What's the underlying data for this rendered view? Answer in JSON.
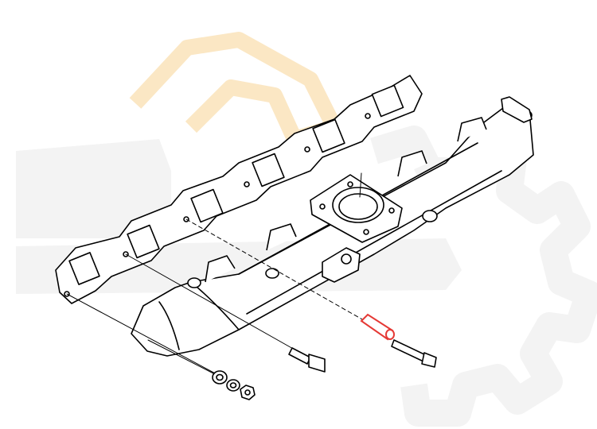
{
  "diagram": {
    "parts": [
      {
        "id": "exhaust-gasket",
        "kind": "gasket"
      },
      {
        "id": "exhaust-manifold",
        "kind": "manifold"
      },
      {
        "id": "turbo-flange",
        "kind": "flange"
      },
      {
        "id": "spacer-sleeve",
        "kind": "sleeve",
        "highlighted": true
      },
      {
        "id": "long-bolt",
        "kind": "bolt"
      },
      {
        "id": "flange-bolt",
        "kind": "bolt"
      },
      {
        "id": "flat-washer",
        "kind": "washer"
      },
      {
        "id": "lock-washer",
        "kind": "washer"
      },
      {
        "id": "hex-nut",
        "kind": "nut"
      }
    ],
    "colors": {
      "line": "#000000",
      "highlight": "#e53935",
      "watermark": "#f3f3f3",
      "watermark_accent": "#fbe7c4"
    },
    "watermark": {
      "kind": "excavator-and-gear-logo"
    }
  }
}
